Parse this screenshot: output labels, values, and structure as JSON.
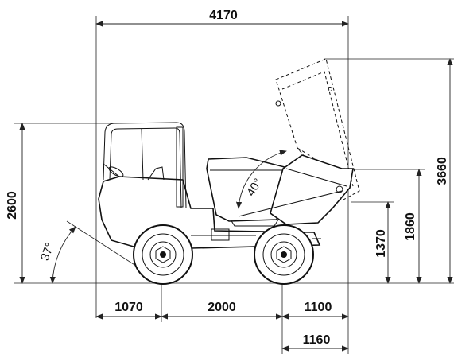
{
  "dimensions": {
    "overall_length": "4170",
    "front_overhang": "1070",
    "wheelbase": "2000",
    "rear_overhang": "1100",
    "dump_reach": "1160",
    "overall_height": "2600",
    "dump_height_raised": "3660",
    "tip_height": "1860",
    "skip_height": "1370"
  },
  "angles": {
    "approach": "37°",
    "skip_tilt": "40°"
  }
}
